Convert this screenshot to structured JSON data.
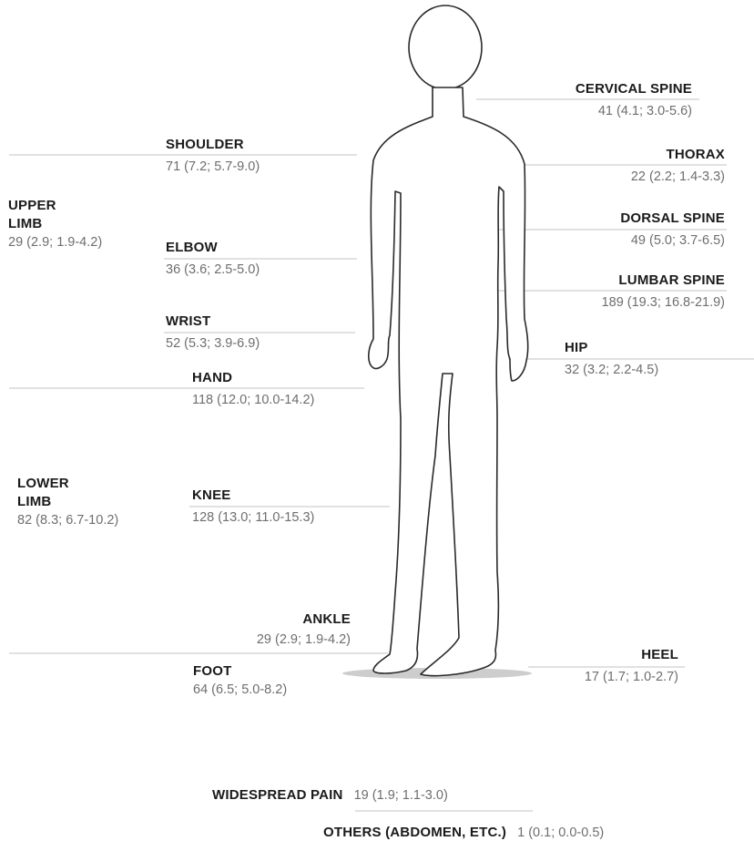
{
  "regions": {
    "cervical_spine": {
      "name": "CERVICAL SPINE",
      "stats": "41 (4.1; 3.0-5.6)"
    },
    "shoulder": {
      "name": "SHOULDER",
      "stats": "71 (7.2; 5.7-9.0)"
    },
    "thorax": {
      "name": "THORAX",
      "stats": "22 (2.2; 1.4-3.3)"
    },
    "upper_limb": {
      "name": "UPPER LIMB",
      "stats": "29 (2.9; 1.9-4.2)"
    },
    "elbow": {
      "name": "ELBOW",
      "stats": "36 (3.6; 2.5-5.0)"
    },
    "dorsal_spine": {
      "name": "DORSAL SPINE",
      "stats": "49 (5.0; 3.7-6.5)"
    },
    "lumbar_spine": {
      "name": "LUMBAR SPINE",
      "stats": "189 (19.3; 16.8-21.9)"
    },
    "wrist": {
      "name": "WRIST",
      "stats": "52 (5.3; 3.9-6.9)"
    },
    "hip": {
      "name": "HIP",
      "stats": "32 (3.2; 2.2-4.5)"
    },
    "hand": {
      "name": "HAND",
      "stats": "118 (12.0; 10.0-14.2)"
    },
    "lower_limb": {
      "name": "LOWER LIMB",
      "stats": "82 (8.3; 6.7-10.2)"
    },
    "knee": {
      "name": "KNEE",
      "stats": "128 (13.0; 11.0-15.3)"
    },
    "ankle": {
      "name": "ANKLE",
      "stats": "29 (2.9; 1.9-4.2)"
    },
    "heel": {
      "name": "HEEL",
      "stats": "17 (1.7; 1.0-2.7)"
    },
    "foot": {
      "name": "FOOT",
      "stats": "64 (6.5; 5.0-8.2)"
    },
    "widespread_pain": {
      "name": "WIDESPREAD PAIN",
      "stats": "19 (1.9; 1.1-3.0)"
    },
    "others": {
      "name": "OTHERS (ABDOMEN, ETC.)",
      "stats": "1 (0.1; 0.0-0.5)"
    }
  },
  "colors": {
    "label": "#1a1a1a",
    "stats": "#6e6e6e",
    "leader_line": "#cfcfcf",
    "outline": "#2a2a2a",
    "ground_shadow": "#b8b8b8"
  }
}
